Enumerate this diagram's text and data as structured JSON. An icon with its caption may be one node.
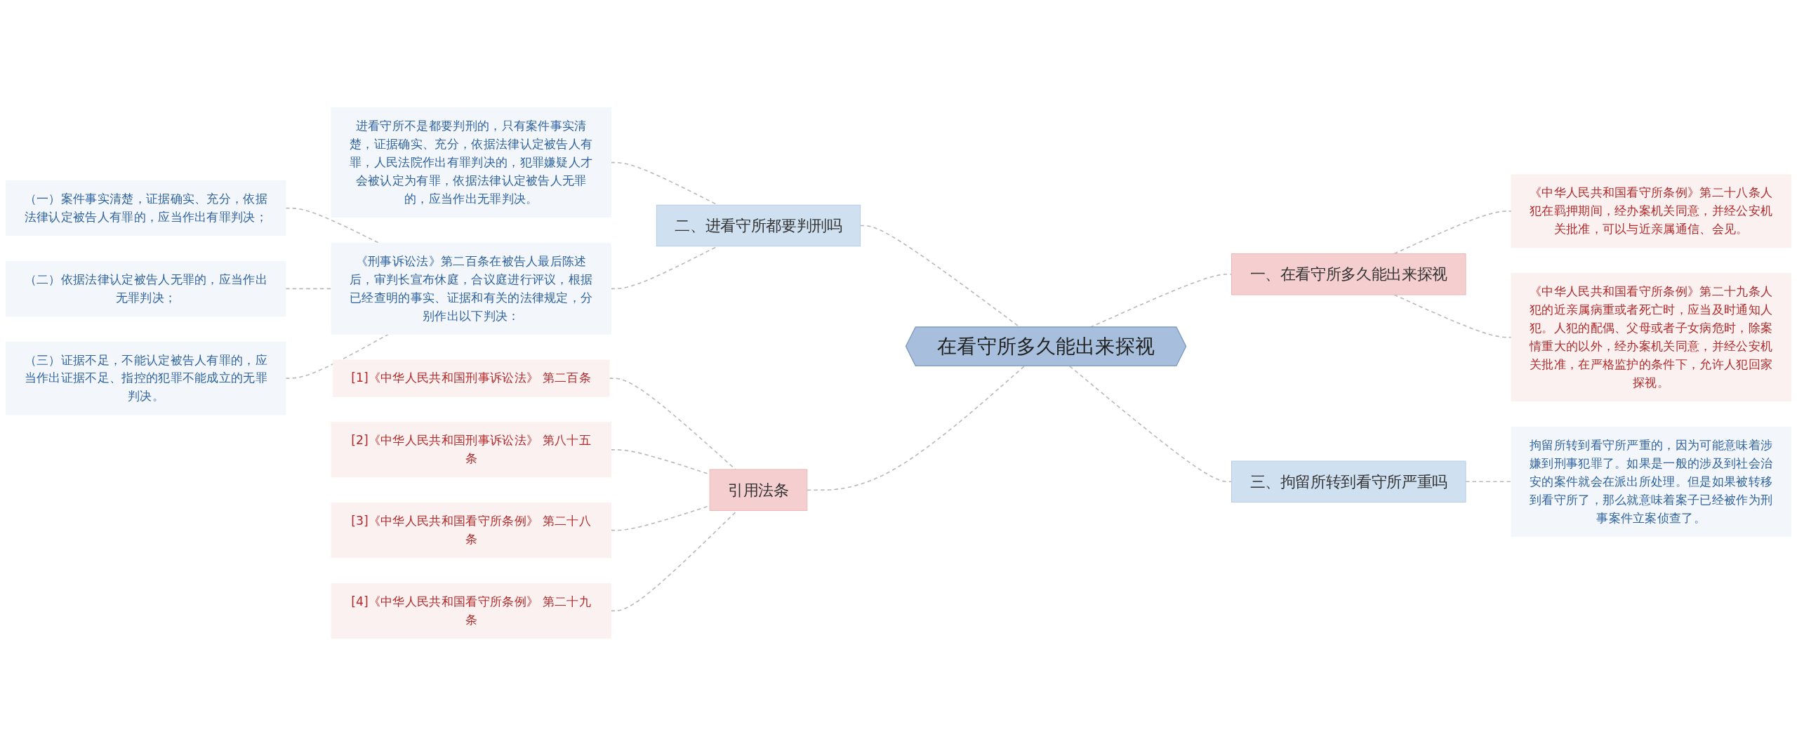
{
  "diagram": {
    "nodes": [
      {
        "text": [
          "在看守所多久能出来探视"
        ]
      },
      {
        "text": [
          "二、进看守所都要判刑吗"
        ]
      },
      {
        "text": [
          "进看守所不是都要判刑的，只有案件事实清楚，证据确实、充分，依据法律认定被告人有罪，人民法院作出有罪判决的，犯罪嫌疑人才会被认定为有罪，依据法律认定被告人无罪的，应当作出无罪判决。"
        ]
      },
      {
        "text": [
          "《刑事诉讼法》第二百条在被告人最后陈述后，审判长宣布休庭，合议庭进行评议，根据已经查明的事实、证据和有关的法律规定，分别作出以下判决："
        ]
      },
      {
        "text": [
          "（一）案件事实清楚，证据确实、充分，依据法律认定被告人有罪的，应当作出有罪判决；"
        ]
      },
      {
        "text": [
          "（二）依据法律认定被告人无罪的，应当作出无罪判决；"
        ]
      },
      {
        "text": [
          "（三）证据不足，不能认定被告人有罪的，应当作出证据不足、指控的犯罪不能成立的无罪判决。"
        ]
      },
      {
        "text": [
          "引用法条"
        ]
      },
      {
        "text": [
          "[1]《中华人民共和国刑事诉讼法》 第二百条"
        ]
      },
      {
        "text": [
          "[2]《中华人民共和国刑事诉讼法》 第八十五条"
        ]
      },
      {
        "text": [
          "[3]《中华人民共和国看守所条例》 第二十八条"
        ]
      },
      {
        "text": [
          "[4]《中华人民共和国看守所条例》 第二十九条"
        ]
      },
      {
        "text": [
          "一、在看守所多久能出来探视"
        ]
      },
      {
        "text": [
          "《中华人民共和国看守所条例》第二十八条人犯在羁押期间，经办案机关同意，并经公安机关批准，可以与近亲属通信、会见。"
        ]
      },
      {
        "text": [
          "《中华人民共和国看守所条例》第二十九条人犯的近亲属病重或者死亡时，应当及时通知人犯。人犯的配偶、父母或者子女病危时，除案情重大的以外，经办案机关同意，并经公安机关批准，在严格监护的条件下，允许人犯回家探视。"
        ]
      },
      {
        "text": [
          "三、拘留所转到看守所严重吗"
        ]
      },
      {
        "text": [
          "拘留所转到看守所严重的，因为可能意味着涉嫌到刑事犯罪了。如果是一般的涉及到社会治安的案件就会在派出所处理。但是如果被转移到看守所了，那么就意味着案子已经被作为刑事案件立案侦查了。"
        ]
      }
    ],
    "edges": [
      {
        "from": 1,
        "to": 0,
        "arrow": "none",
        "style": "dashed"
      },
      {
        "from": 2,
        "to": 1,
        "arrow": "none",
        "style": "dashed"
      },
      {
        "from": 3,
        "to": 1,
        "arrow": "none",
        "style": "dashed"
      },
      {
        "from": 4,
        "to": 3,
        "arrow": "none",
        "style": "dashed"
      },
      {
        "from": 5,
        "to": 3,
        "arrow": "none",
        "style": "dashed"
      },
      {
        "from": 6,
        "to": 3,
        "arrow": "none",
        "style": "dashed"
      },
      {
        "from": 7,
        "to": 0,
        "arrow": "none",
        "style": "dashed"
      },
      {
        "from": 8,
        "to": 7,
        "arrow": "none",
        "style": "dashed"
      },
      {
        "from": 9,
        "to": 7,
        "arrow": "none",
        "style": "dashed"
      },
      {
        "from": 10,
        "to": 7,
        "arrow": "none",
        "style": "dashed"
      },
      {
        "from": 11,
        "to": 7,
        "arrow": "none",
        "style": "dashed"
      },
      {
        "from": 0,
        "to": 12,
        "arrow": "none",
        "style": "dashed"
      },
      {
        "from": 12,
        "to": 13,
        "arrow": "none",
        "style": "dashed"
      },
      {
        "from": 12,
        "to": 14,
        "arrow": "none",
        "style": "dashed"
      },
      {
        "from": 0,
        "to": 15,
        "arrow": "none",
        "style": "dashed"
      },
      {
        "from": 15,
        "to": 16,
        "arrow": "none",
        "style": "dashed"
      }
    ]
  }
}
